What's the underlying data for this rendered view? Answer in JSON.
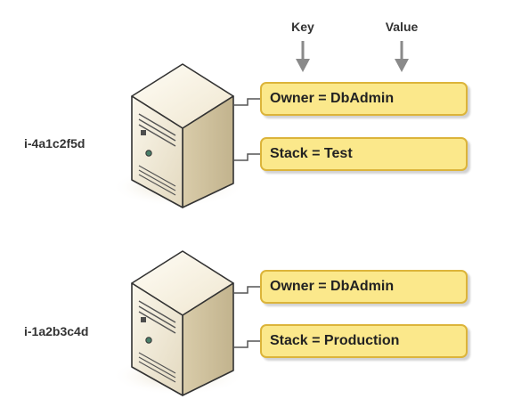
{
  "headers": {
    "key": "Key",
    "value": "Value"
  },
  "instances": [
    {
      "id": "i-4a1c2f5d",
      "tags": [
        "Owner = DbAdmin",
        "Stack = Test"
      ]
    },
    {
      "id": "i-1a2b3c4d",
      "tags": [
        "Owner = DbAdmin",
        "Stack = Production"
      ]
    }
  ],
  "colors": {
    "tag_fill": "#fbe88b",
    "tag_border": "#dcb43a",
    "arrow": "#8a8a8a",
    "connector": "#555555",
    "server_body": "#efe7d2",
    "server_front": "#ded3b6",
    "shadow": "#e8dfc8"
  },
  "icons": {
    "server": "server-tower-icon",
    "arrow": "down-arrow-icon"
  }
}
